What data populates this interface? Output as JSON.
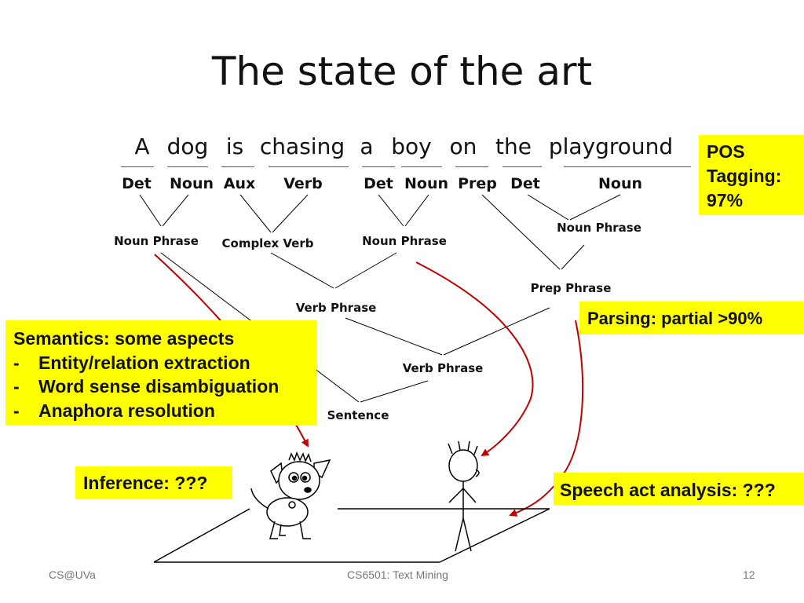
{
  "slide": {
    "title": "The state of the art",
    "sentence": [
      "A",
      "dog",
      "is",
      "chasing",
      "a",
      "boy",
      "on",
      "the",
      "playground"
    ],
    "pos_tags": [
      "Det",
      "Noun",
      "Aux",
      "Verb",
      "Det",
      "Noun",
      "Prep",
      "Det",
      "Noun"
    ],
    "nodes": {
      "np1": "Noun Phrase",
      "cv": "Complex Verb",
      "np2": "Noun Phrase",
      "np3": "Noun Phrase",
      "pp": "Prep Phrase",
      "vp1": "Verb Phrase",
      "vp2": "Verb Phrase",
      "s": "Sentence"
    },
    "callouts": {
      "pos_tagging": [
        "POS",
        "Tagging:",
        "97%"
      ],
      "parsing": "Parsing: partial >90%",
      "semantics_title": "Semantics: some aspects",
      "semantics_items": [
        "Entity/relation extraction",
        "Word sense disambiguation",
        "Anaphora resolution"
      ],
      "inference": "Inference: ???",
      "speech_act": "Speech act analysis: ???"
    },
    "footer": {
      "left": "CS@UVa",
      "center": "CS6501: Text Mining",
      "page": "12"
    },
    "colors": {
      "callout_bg": "#ffff00",
      "arrow": "#c00000",
      "tree_line": "#000000"
    }
  }
}
